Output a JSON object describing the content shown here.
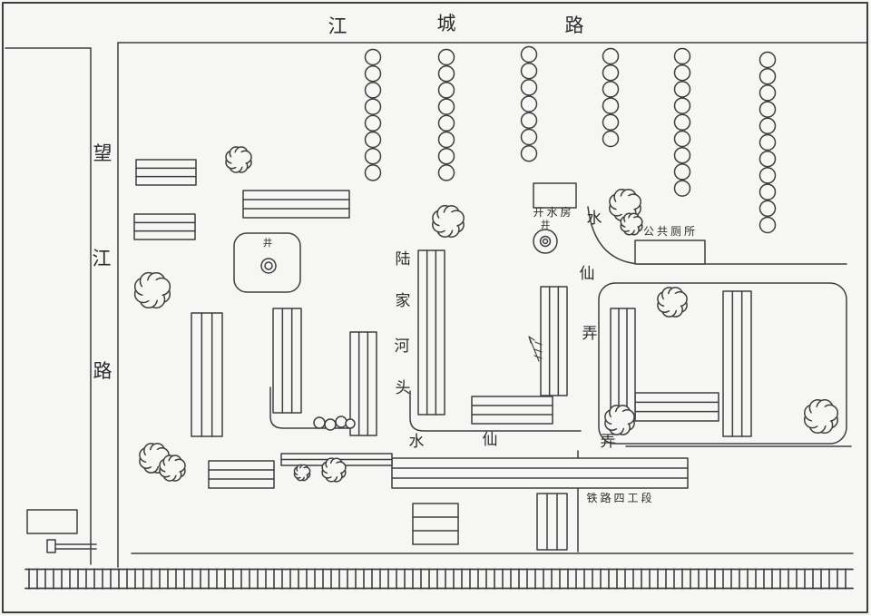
{
  "map": {
    "roads": {
      "top": {
        "name_chars": [
          "江",
          "城",
          "路"
        ]
      },
      "left": {
        "name_chars": [
          "望",
          "江",
          "路"
        ]
      }
    },
    "lanes": {
      "lujiahetou_chars": [
        "陆",
        "家",
        "河",
        "头"
      ],
      "shuixian_vertical_chars": [
        "水",
        "仙",
        "弄"
      ],
      "shuixian_horizontal_chars": [
        "水",
        "仙",
        "弄"
      ]
    },
    "places": {
      "boiler_room": "开水房",
      "well_a": "井",
      "well_b": "井",
      "public_toilet": "公共厕所",
      "railway_section": "铁路四工段"
    }
  }
}
